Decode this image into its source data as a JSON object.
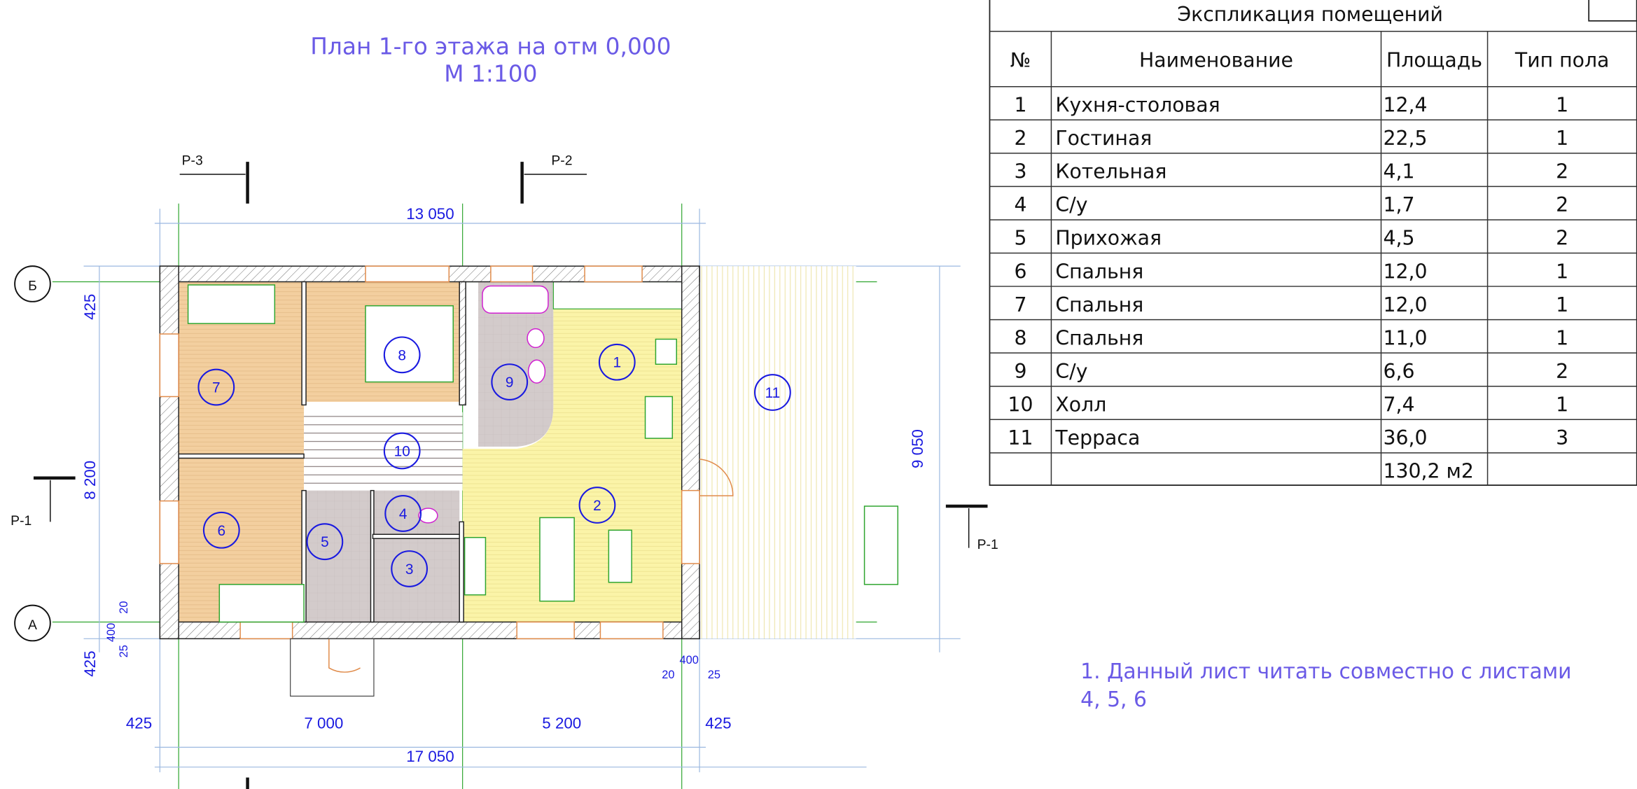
{
  "plan": {
    "title": "План 1-го этажа на отм 0,000",
    "scale": "М 1:100",
    "axes": {
      "top": "Б",
      "bottom": "А"
    },
    "sections": {
      "p3": "Р-3",
      "p2": "Р-2",
      "p1_left": "Р-1",
      "p1_right": "Р-1"
    },
    "dimensions": {
      "top_span": "13 050",
      "left_top": "425",
      "left_main": "8 200",
      "left_bottom": "425",
      "left_400": "400",
      "left_25": "25",
      "left_20": "20",
      "right_total": "9 050",
      "right_400": "400",
      "right_20": "20",
      "right_25": "25",
      "bottom_425_left": "425",
      "bottom_7000": "7 000",
      "bottom_5200": "5 200",
      "bottom_425_right": "425",
      "bottom_total": "17 050"
    },
    "rooms": [
      "1",
      "2",
      "3",
      "4",
      "5",
      "6",
      "7",
      "8",
      "9",
      "10",
      "11"
    ]
  },
  "table": {
    "title": "Экспликация помещений",
    "headers": [
      "№",
      "Наименование",
      "Площадь",
      "Тип пола"
    ],
    "rows": [
      [
        "1",
        "Кухня-столовая",
        "12,4",
        "1"
      ],
      [
        "2",
        "Гостиная",
        "22,5",
        "1"
      ],
      [
        "3",
        "Котельная",
        "4,1",
        "2"
      ],
      [
        "4",
        "С/у",
        "1,7",
        "2"
      ],
      [
        "5",
        "Прихожая",
        "4,5",
        "2"
      ],
      [
        "6",
        "Спальня",
        "12,0",
        "1"
      ],
      [
        "7",
        "Спальня",
        "12,0",
        "1"
      ],
      [
        "8",
        "Спальня",
        "11,0",
        "1"
      ],
      [
        "9",
        "С/у",
        "6,6",
        "2"
      ],
      [
        "10",
        "Холл",
        "7,4",
        "1"
      ],
      [
        "11",
        "Терраса",
        "36,0",
        "3"
      ]
    ],
    "total": "130,2 м2"
  },
  "note": {
    "line1": "1. Данный лист читать совместно с листами",
    "line2": "4, 5, 6"
  },
  "colors": {
    "bedroom": "#f3cf9f",
    "living": "#fbf4a8",
    "wet": "#d3cbcb",
    "axis": "#2fa52f",
    "dimension": "#1a1ae0",
    "title": "#6a5ae6"
  }
}
